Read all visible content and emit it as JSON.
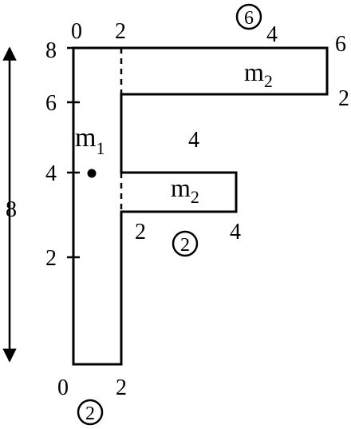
{
  "figure": {
    "height_marker": "8",
    "left_axis_ticks": [
      "8",
      "6",
      "4",
      "2"
    ],
    "top_labels": {
      "x0": "0",
      "x2": "2",
      "x4": "4",
      "x6": "6"
    },
    "bottom_labels": {
      "x0": "0",
      "x2": "2"
    },
    "region_labels": {
      "m1_main": "m",
      "m1_sub": "1",
      "m2_main": "m",
      "m2_sub": "2",
      "m3_main": "m",
      "m3_sub": "2"
    },
    "dimension_labels": {
      "middle_width": "4",
      "m3_right_y2": "2",
      "m2_left_x": "2",
      "m2_right_x": "4"
    },
    "circled_labels": {
      "top": "6",
      "middle": "2",
      "bottom": "2"
    }
  }
}
